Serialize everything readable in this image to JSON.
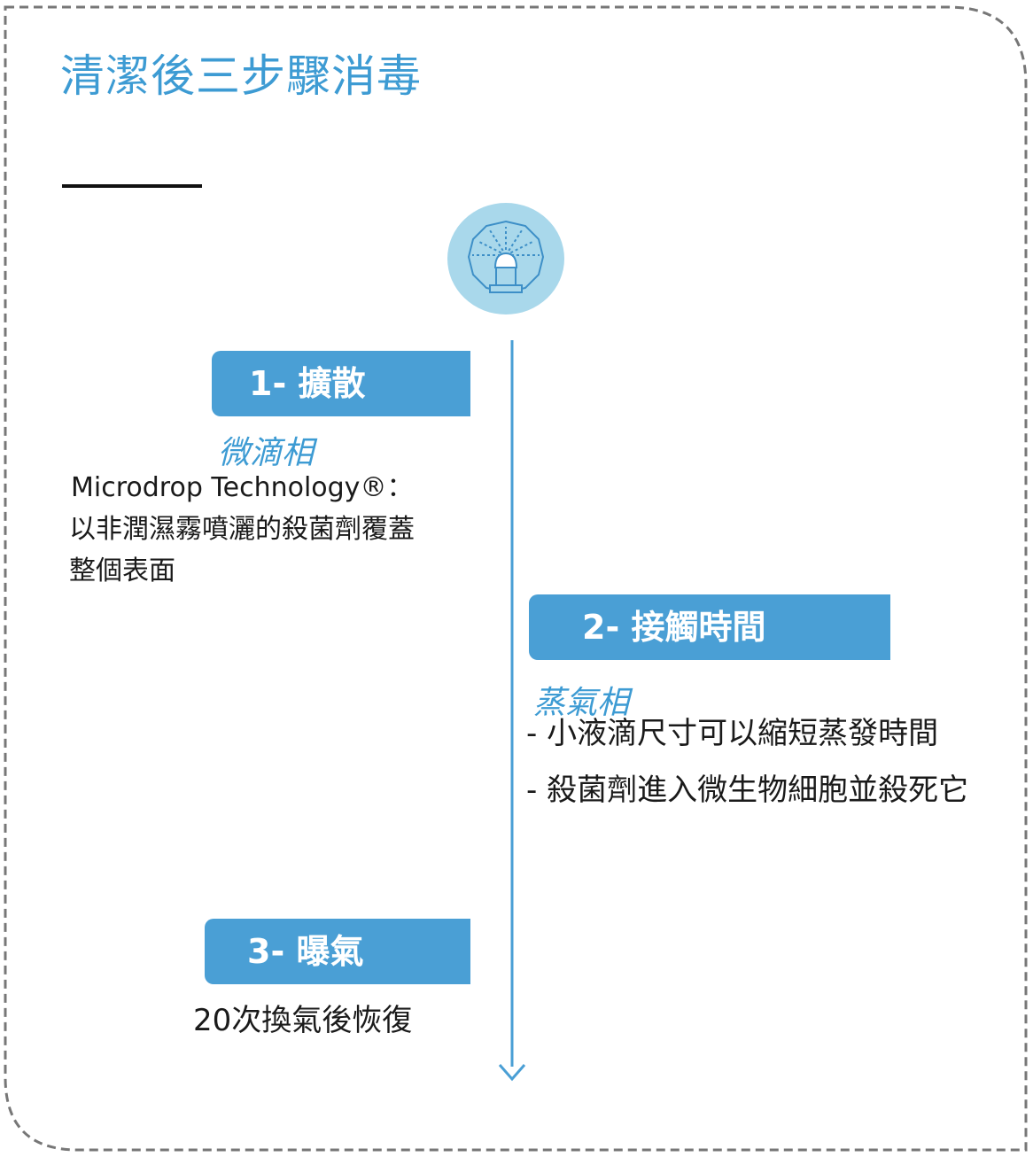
{
  "title": "清潔後三步驟消毒",
  "colors": {
    "accent": "#4a9fd5",
    "title": "#3d9bd3",
    "icon_bg": "#a9d8eb",
    "icon_line": "#3d8fc7",
    "frame": "#777777"
  },
  "hero_icon": "diffuser-sprayer-icon",
  "steps": [
    {
      "label": "1- 擴散",
      "phase": "微滴相",
      "lines": [
        "Microdrop Technology®：",
        "以非潤濕霧噴灑的殺菌劑覆蓋",
        "整個表面"
      ]
    },
    {
      "label": "2- 接觸時間",
      "phase": "蒸氣相",
      "bullets": [
        "-  小液滴尺寸可以縮短蒸發時間",
        "-  殺菌劑進入微生物細胞並殺死它"
      ]
    },
    {
      "label": "3- 曝氣",
      "lines": [
        "20次換氣後恢復"
      ]
    }
  ]
}
